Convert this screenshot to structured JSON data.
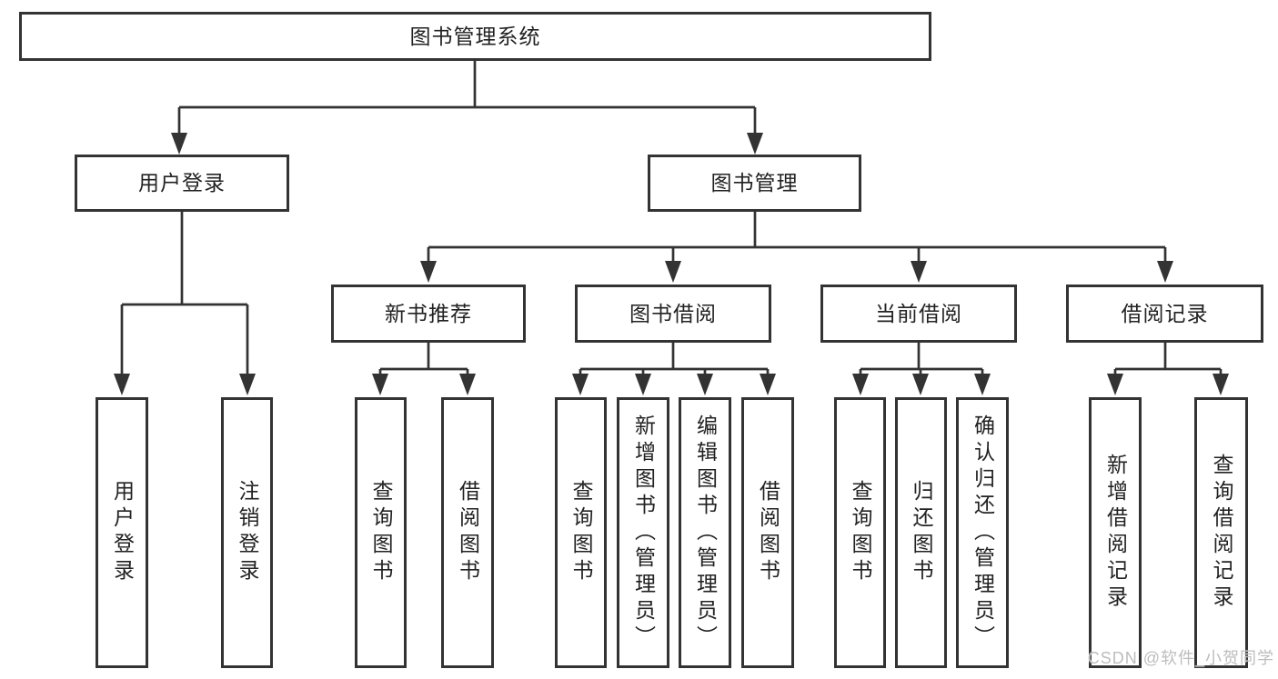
{
  "diagram": {
    "title_node": {
      "label": "图书管理系统"
    },
    "level1": [
      {
        "label": "用户登录"
      },
      {
        "label": "图书管理"
      }
    ],
    "level2": [
      {
        "label": "新书推荐"
      },
      {
        "label": "图书借阅"
      },
      {
        "label": "当前借阅"
      },
      {
        "label": "借阅记录"
      }
    ],
    "leaves": [
      {
        "label": "用户登录"
      },
      {
        "label": "注销登录"
      },
      {
        "label": "查询图书"
      },
      {
        "label": "借阅图书"
      },
      {
        "label": "查询图书"
      },
      {
        "label": "新增图书（管理员）"
      },
      {
        "label": "编辑图书（管理员）"
      },
      {
        "label": "借阅图书"
      },
      {
        "label": "查询图书"
      },
      {
        "label": "归还图书"
      },
      {
        "label": "确认归还（管理员）"
      },
      {
        "label": "新增借阅记录"
      },
      {
        "label": "查询借阅记录"
      }
    ]
  },
  "watermark": {
    "text": "CSDN @软件_小贺同学"
  },
  "colors": {
    "line": "#333333",
    "box_border": "#333333",
    "text": "#222222",
    "background": "#ffffff",
    "watermark": "#bdbdbd"
  }
}
